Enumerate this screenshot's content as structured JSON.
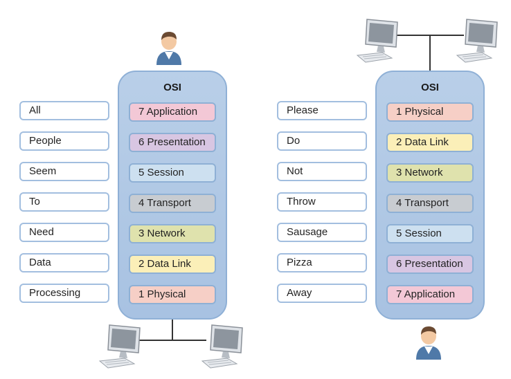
{
  "left": {
    "title": "OSI",
    "mnemonics": [
      "All",
      "People",
      "Seem",
      "To",
      "Need",
      "Data",
      "Processing"
    ],
    "layers": [
      {
        "label": "7 Application",
        "color": "#f3c8d6"
      },
      {
        "label": "6 Presentation",
        "color": "#d8c6e2"
      },
      {
        "label": "5 Session",
        "color": "#cde0f0"
      },
      {
        "label": "4 Transport",
        "color": "#c8ccd1"
      },
      {
        "label": "3 Network",
        "color": "#dfe2ad"
      },
      {
        "label": "2 Data Link",
        "color": "#fbefb8"
      },
      {
        "label": "1 Physical",
        "color": "#f6cfc6"
      }
    ]
  },
  "right": {
    "title": "OSI",
    "mnemonics": [
      "Please",
      "Do",
      "Not",
      "Throw",
      "Sausage",
      "Pizza",
      "Away"
    ],
    "layers": [
      {
        "label": "1 Physical",
        "color": "#f6cfc6"
      },
      {
        "label": "2 Data Link",
        "color": "#fbefb8"
      },
      {
        "label": "3 Network",
        "color": "#dfe2ad"
      },
      {
        "label": "4 Transport",
        "color": "#c8ccd1"
      },
      {
        "label": "5 Session",
        "color": "#cde0f0"
      },
      {
        "label": "6 Presentation",
        "color": "#d8c6e2"
      },
      {
        "label": "7 Application",
        "color": "#f3c8d6"
      }
    ]
  },
  "icons": {
    "user": "user-icon",
    "computer": "desktop-computer-icon"
  },
  "colors": {
    "panel": "#b3cae6",
    "panel_border": "#8fb0d6",
    "mnemonic_border": "#a2bedf"
  }
}
